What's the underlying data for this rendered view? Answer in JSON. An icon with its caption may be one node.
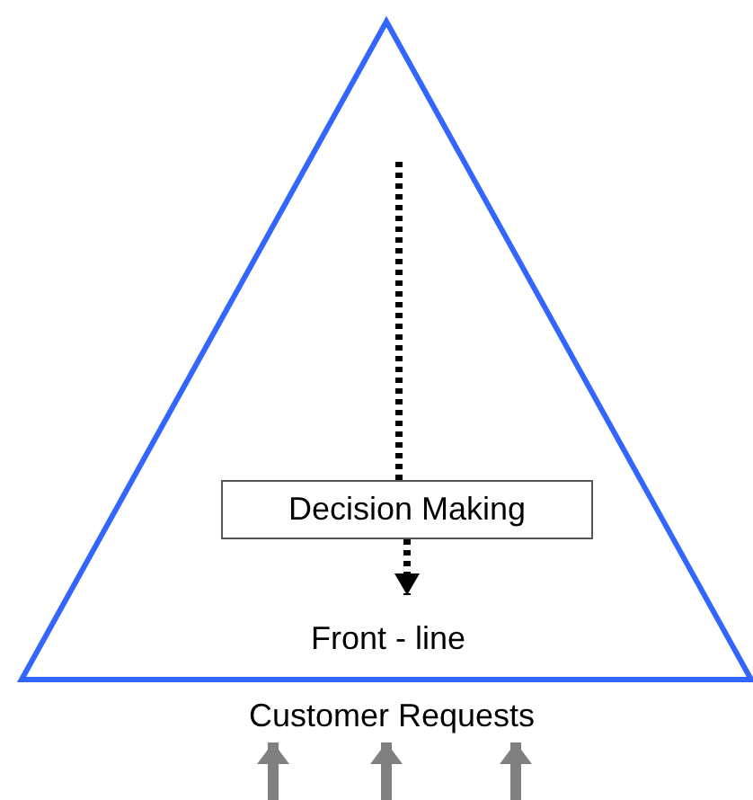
{
  "diagram": {
    "nodes": [
      {
        "text": [],
        "shape": "triangle"
      },
      {
        "text": [
          "Decision Making"
        ],
        "in": 0
      },
      {
        "text": [
          "Front - line"
        ],
        "in": 0
      },
      {
        "text": [
          "Customer Requests"
        ]
      }
    ],
    "edges": [
      {
        "from": null,
        "to": 1,
        "arrow": "none",
        "style": "dashed",
        "color": "#000000"
      },
      {
        "from": 1,
        "to": 2,
        "arrow": "to",
        "style": "dashed",
        "color": "#000000"
      },
      {
        "from": null,
        "to": 3,
        "arrow": "to"
      },
      {
        "from": null,
        "to": 3,
        "arrow": "to"
      },
      {
        "from": null,
        "to": 3,
        "arrow": "to"
      }
    ]
  }
}
